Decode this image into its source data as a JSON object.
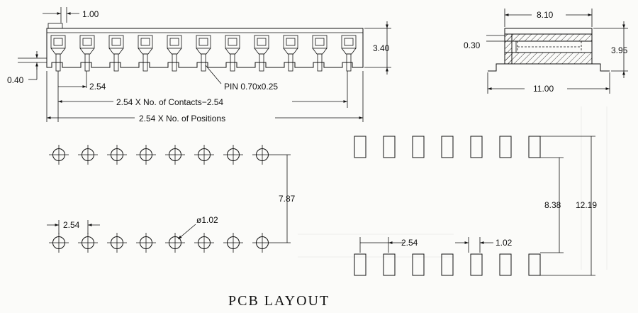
{
  "title": "PCB LAYOUT",
  "front_view": {
    "pitch_top": "1.00",
    "height": "3.40",
    "offset": "0.40",
    "pitch": "2.54",
    "pin_label": "PIN 0.70x0.25",
    "contacts_formula": "2.54 X No. of Contacts−2.54",
    "positions_formula": "2.54 X No. of Positions"
  },
  "side_view": {
    "width_top": "8.10",
    "gap": "0.30",
    "height": "3.95",
    "width_bottom": "11.00"
  },
  "through_hole": {
    "row_spacing": "7.87",
    "pitch": "2.54",
    "hole_diameter": "ø1.02"
  },
  "smd_pads": {
    "inner_spacing": "8.38",
    "outer_spacing": "12.19",
    "pitch": "2.54",
    "pad_width": "1.02"
  }
}
